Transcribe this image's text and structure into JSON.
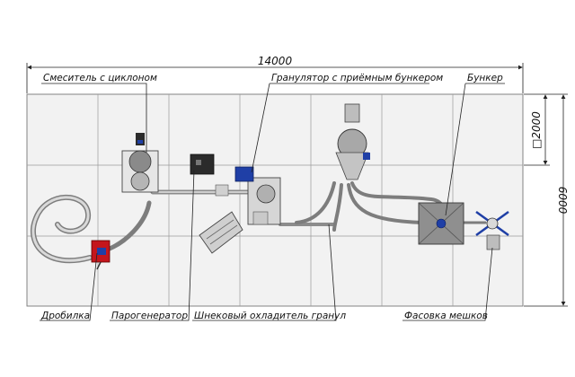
{
  "dimensions": {
    "total_length": "14000",
    "height": "6000",
    "cell_size": "□2000"
  },
  "labels": {
    "mixer": "Смеситель с циклоном",
    "granulator": "Гранулятор с приёмным бункером",
    "bunker": "Бункер",
    "crusher": "Дробилка",
    "steam_generator": "Парогенератор",
    "screw_cooler": "Шнековый охладитель гранул",
    "bagging": "Фасовка мешков"
  },
  "colors": {
    "floor": "#f2f2f2",
    "grid": "#9a9a9a",
    "pipe": "#8c8c8c",
    "equipment_blue": "#1f3fa6",
    "equipment_red": "#c4161c",
    "dark": "#2b2b2b"
  }
}
